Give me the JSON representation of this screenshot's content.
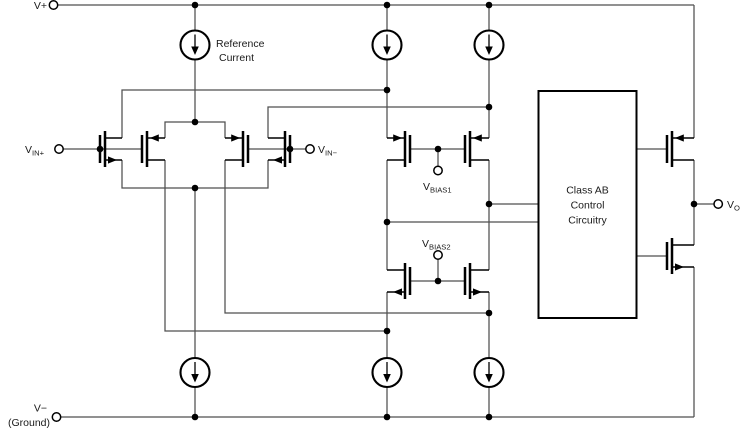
{
  "schematic": {
    "rails": {
      "top_label": "V+",
      "bottom_label": "V−",
      "bottom_sublabel": "(Ground)"
    },
    "reference_current": {
      "line1": "Reference",
      "line2": "Current"
    },
    "inputs": {
      "vin_plus": {
        "main": "V",
        "sub": "IN+"
      },
      "vin_minus": {
        "main": "V",
        "sub": "IN−"
      }
    },
    "bias": {
      "vbias1": {
        "main": "V",
        "sub": "BIAS1"
      },
      "vbias2": {
        "main": "V",
        "sub": "BIAS2"
      }
    },
    "class_ab_box": {
      "line1": "Class AB",
      "line2": "Control",
      "line3": "Circuitry"
    },
    "output": {
      "vo": {
        "main": "V",
        "sub": "O"
      }
    },
    "colors": {
      "wire": "#4f4f4f",
      "symbol": "#000000",
      "background": "#ffffff"
    }
  }
}
